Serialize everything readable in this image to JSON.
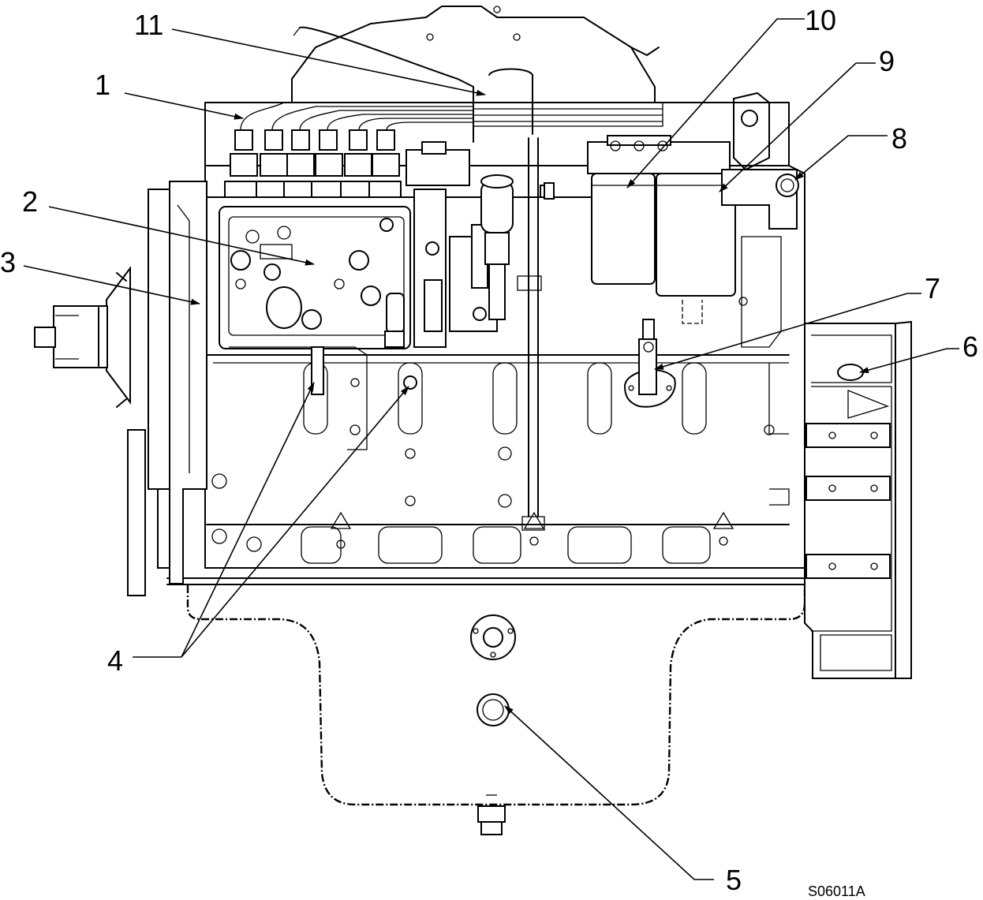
{
  "figure_id": "S06011A",
  "callouts": [
    {
      "num": "1"
    },
    {
      "num": "2"
    },
    {
      "num": "3"
    },
    {
      "num": "4"
    },
    {
      "num": "5"
    },
    {
      "num": "6"
    },
    {
      "num": "7"
    },
    {
      "num": "8"
    },
    {
      "num": "9"
    },
    {
      "num": "10"
    },
    {
      "num": "11"
    }
  ]
}
